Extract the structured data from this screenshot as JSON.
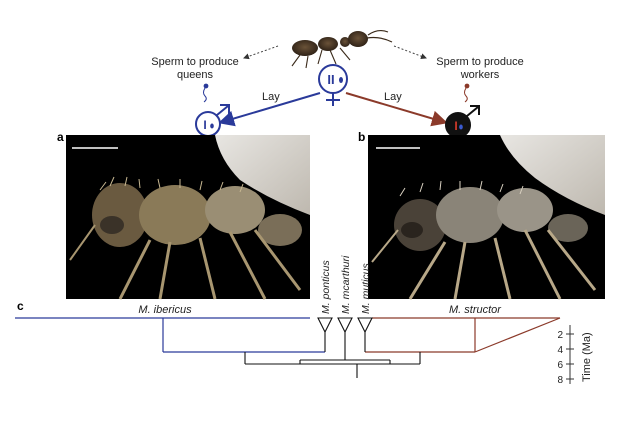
{
  "panels": {
    "a": "a",
    "b": "b",
    "c": "c"
  },
  "top": {
    "sperm_queens": [
      "Sperm to produce",
      "queens"
    ],
    "sperm_workers": [
      "Sperm to produce",
      "workers"
    ],
    "lay_left": "Lay",
    "lay_right": "Lay",
    "queen_symbol": "II",
    "left_male_symbol": "I",
    "right_male_symbol": "I"
  },
  "tree": {
    "species": {
      "ibericus": "M. ibericus",
      "ponticus": "M. ponticus",
      "mcarthuri": "M. mcarthuri",
      "muticus": "M. muticus",
      "structor": "M. structor"
    },
    "time_axis_label": "Time (Ma)",
    "time_ticks": [
      "2",
      "4",
      "6",
      "8"
    ]
  },
  "colors": {
    "blue_lineage": "#2a3a9a",
    "red_lineage": "#8b3a2a",
    "black": "#222222"
  }
}
